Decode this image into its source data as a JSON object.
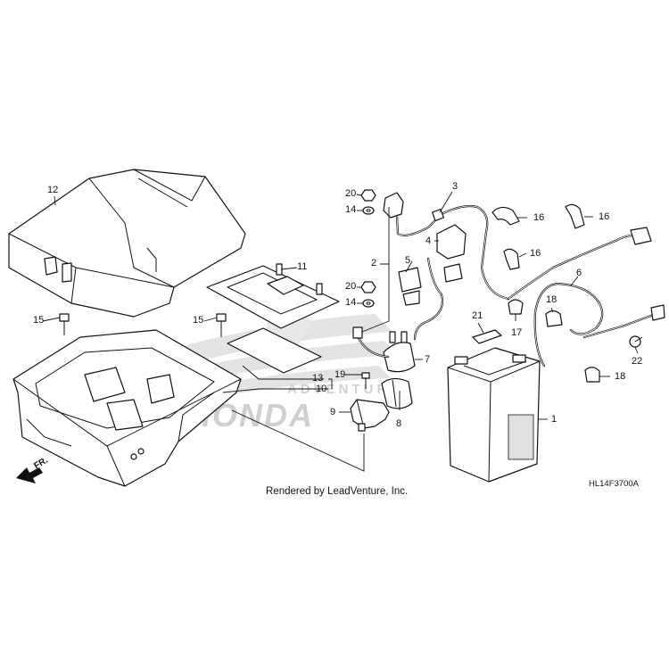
{
  "diagram": {
    "callouts": [
      {
        "id": "c1",
        "label": "1"
      },
      {
        "id": "c2",
        "label": "2"
      },
      {
        "id": "c3",
        "label": "3"
      },
      {
        "id": "c4",
        "label": "4"
      },
      {
        "id": "c5",
        "label": "5"
      },
      {
        "id": "c6",
        "label": "6"
      },
      {
        "id": "c7",
        "label": "7"
      },
      {
        "id": "c8",
        "label": "8"
      },
      {
        "id": "c9",
        "label": "9"
      },
      {
        "id": "c10",
        "label": "10"
      },
      {
        "id": "c11",
        "label": "11"
      },
      {
        "id": "c12",
        "label": "12"
      },
      {
        "id": "c13",
        "label": "13"
      },
      {
        "id": "c14a",
        "label": "14"
      },
      {
        "id": "c14b",
        "label": "14"
      },
      {
        "id": "c15a",
        "label": "15"
      },
      {
        "id": "c15b",
        "label": "15"
      },
      {
        "id": "c16a",
        "label": "16"
      },
      {
        "id": "c16b",
        "label": "16"
      },
      {
        "id": "c16c",
        "label": "16"
      },
      {
        "id": "c17",
        "label": "17"
      },
      {
        "id": "c18a",
        "label": "18"
      },
      {
        "id": "c18b",
        "label": "18"
      },
      {
        "id": "c19",
        "label": "19"
      },
      {
        "id": "c20a",
        "label": "20"
      },
      {
        "id": "c20b",
        "label": "20"
      },
      {
        "id": "c21",
        "label": "21"
      },
      {
        "id": "c22",
        "label": "22"
      }
    ],
    "front_marker": "FR.",
    "watermark_text": "HONDA",
    "watermark_text_2": "ADVENTURE",
    "diagram_code": "HL14F3700A",
    "rendered_by": "Rendered by LeadVenture, Inc."
  }
}
